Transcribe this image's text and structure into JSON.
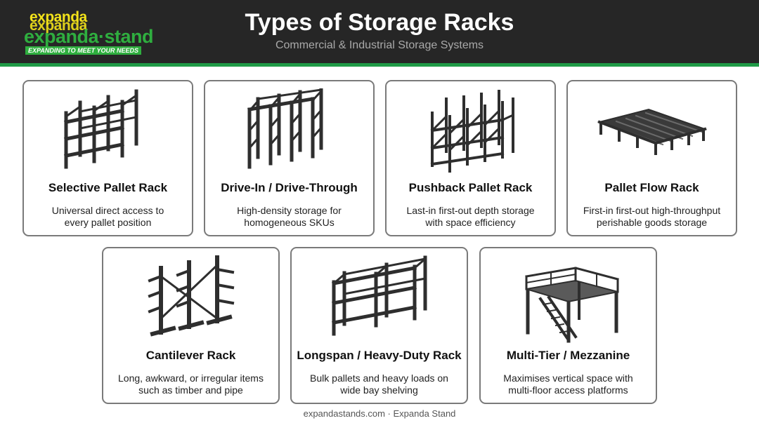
{
  "header": {
    "logo": {
      "brand_top": "expanda",
      "brand_main": "expanda·stand",
      "tagline": "EXPANDING TO MEET YOUR NEEDS"
    },
    "title": "Types of Storage Racks",
    "subtitle": "Commercial & Industrial Storage Systems"
  },
  "colors": {
    "header_bg": "#262626",
    "accent_green": "#1f9a46",
    "logo_yellow": "#f2e21a",
    "card_border": "#7a7a7a",
    "rack_steel": "#2e2e2e"
  },
  "cards": [
    {
      "icon": "selective-pallet-rack-icon",
      "title": "Selective Pallet Rack",
      "desc_line1": "Universal direct access to",
      "desc_line2": "every pallet position"
    },
    {
      "icon": "drive-in-rack-icon",
      "title": "Drive-In / Drive-Through",
      "desc_line1": "High-density storage for",
      "desc_line2": "homogeneous SKUs"
    },
    {
      "icon": "pushback-rack-icon",
      "title": "Pushback Pallet Rack",
      "desc_line1": "Last-in first-out depth storage",
      "desc_line2": "with space efficiency"
    },
    {
      "icon": "pallet-flow-rack-icon",
      "title": "Pallet Flow Rack",
      "desc_line1": "First-in first-out high-throughput",
      "desc_line2": "perishable goods storage"
    },
    {
      "icon": "cantilever-rack-icon",
      "title": "Cantilever Rack",
      "desc_line1": "Long, awkward, or irregular items",
      "desc_line2": "such as timber and pipe"
    },
    {
      "icon": "longspan-rack-icon",
      "title": "Longspan / Heavy-Duty Rack",
      "desc_line1": "Bulk pallets and heavy loads on",
      "desc_line2": "wide bay shelving"
    },
    {
      "icon": "mezzanine-icon",
      "title": "Multi-Tier / Mezzanine",
      "desc_line1": "Maximises vertical space with",
      "desc_line2": "multi-floor access platforms"
    }
  ],
  "footer": {
    "text": "expandastands.com · Expanda Stand"
  }
}
